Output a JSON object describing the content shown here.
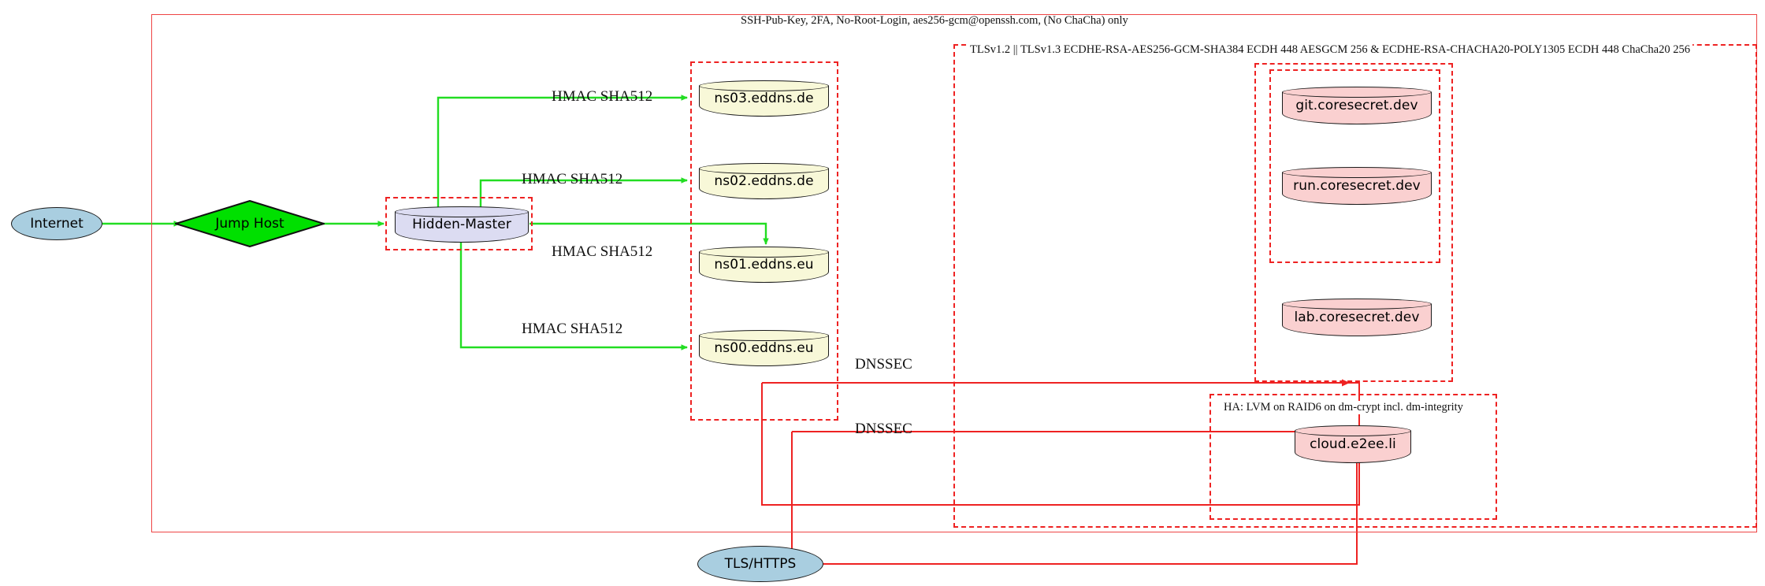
{
  "diagram": {
    "title_label": "SSH-Pub-Key, 2FA, No-Root-Login, aes256-gcm@openssh.com, (No ChaCha) only",
    "tls_label": "TLSv1.2 || TLSv1.3 ECDHE-RSA-AES256-GCM-SHA384 ECDH 448 AESGCM 256 & ECDHE-RSA-CHACHA20-POLY1305 ECDH 448 ChaCha20 256",
    "ha_label": "HA: LVM on RAID6 on dm-crypt incl. dm-integrity"
  },
  "nodes": {
    "internet": "Internet",
    "jump_host": "Jump Host",
    "hidden_master": "Hidden-Master",
    "ns03": "ns03.eddns.de",
    "ns02": "ns02.eddns.de",
    "ns01": "ns01.eddns.eu",
    "ns00": "ns00.eddns.eu",
    "git": "git.coresecret.dev",
    "run": "run.coresecret.dev",
    "lab": "lab.coresecret.dev",
    "cloud": "cloud.e2ee.li",
    "tls_https": "TLS/HTTPS"
  },
  "edge_labels": {
    "hmac_ns03": "HMAC SHA512",
    "hmac_ns02": "HMAC SHA512",
    "hmac_ns01": "HMAC SHA512",
    "hmac_ns00": "HMAC SHA512",
    "dnssec_1": "DNSSEC",
    "dnssec_2": "DNSSEC"
  },
  "colors": {
    "zone_border": "#ee2222",
    "edge_green": "#22dd22",
    "edge_red": "#ee2222",
    "node_yellow": "#f8f8d8",
    "node_lavender": "#dcdcf2",
    "node_pink": "#fad0d0",
    "node_blue": "#a9cee0",
    "node_green": "#00e000"
  }
}
